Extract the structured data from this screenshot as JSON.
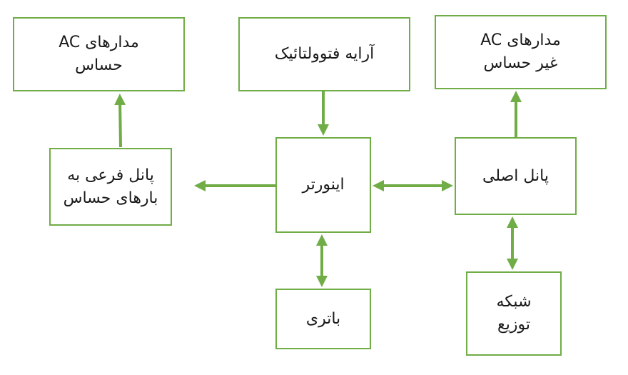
{
  "colors": {
    "stroke": "#70ad47",
    "text": "#1a1a1a",
    "background": "#ffffff"
  },
  "nodes": {
    "ac_sensitive": {
      "line1": "مدارهای AC",
      "line2": "حساس"
    },
    "pv_array": {
      "line1": "آرایه فتوولتائیک"
    },
    "ac_non_sensitive": {
      "line1": "مدارهای AC",
      "line2": "غیر حساس"
    },
    "sub_panel": {
      "line1": "پانل فرعی به",
      "line2": "بارهای حساس"
    },
    "inverter": {
      "line1": "اینورتر"
    },
    "main_panel": {
      "line1": "پانل اصلی"
    },
    "battery": {
      "line1": "باتری"
    },
    "grid": {
      "line1": "شبکه",
      "line2": "توزیع"
    }
  },
  "edges": [
    {
      "from": "sub_panel",
      "to": "ac_sensitive",
      "direction": "one-way"
    },
    {
      "from": "pv_array",
      "to": "inverter",
      "direction": "one-way"
    },
    {
      "from": "main_panel",
      "to": "ac_non_sensitive",
      "direction": "one-way"
    },
    {
      "from": "inverter",
      "to": "sub_panel",
      "direction": "one-way"
    },
    {
      "from": "inverter",
      "to": "main_panel",
      "direction": "two-way"
    },
    {
      "from": "inverter",
      "to": "battery",
      "direction": "two-way"
    },
    {
      "from": "main_panel",
      "to": "grid",
      "direction": "two-way"
    }
  ]
}
